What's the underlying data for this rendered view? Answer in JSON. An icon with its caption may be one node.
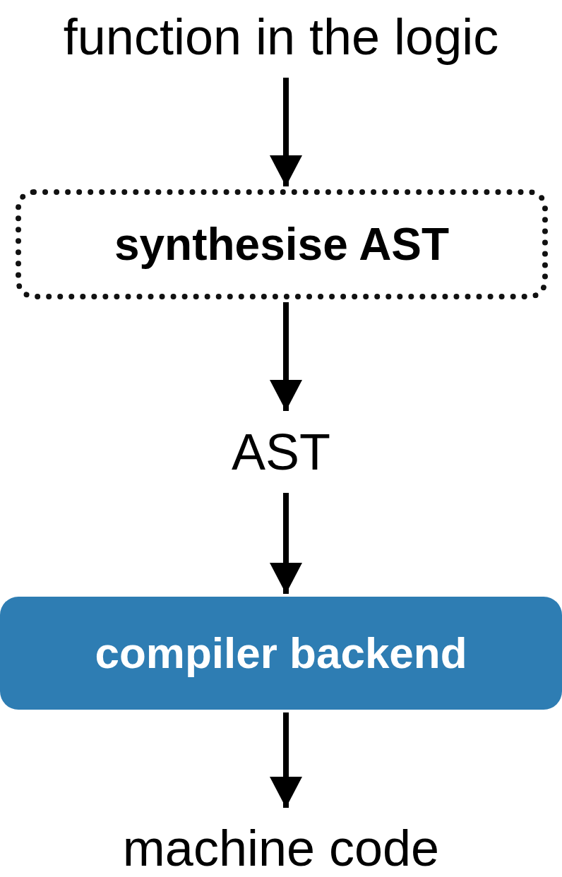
{
  "diagram": {
    "nodes": [
      {
        "text": [
          "function in the logic"
        ]
      },
      {
        "text": [
          "synthesise AST"
        ]
      },
      {
        "text": [
          "AST"
        ]
      },
      {
        "text": [
          "compiler backend"
        ]
      },
      {
        "text": [
          "machine code"
        ]
      }
    ],
    "edges": [
      {
        "from": 0,
        "to": 1,
        "arrow": "to"
      },
      {
        "from": 1,
        "to": 2,
        "arrow": "to"
      },
      {
        "from": 2,
        "to": 3,
        "arrow": "to"
      },
      {
        "from": 3,
        "to": 4,
        "arrow": "to"
      }
    ]
  }
}
